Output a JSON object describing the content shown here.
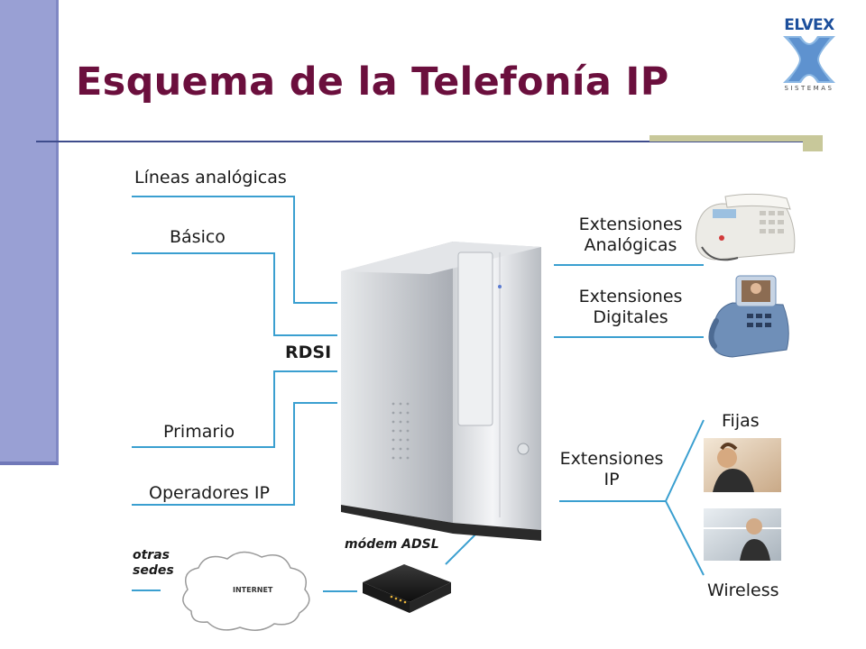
{
  "slide": {
    "title": "Esquema de la Telefonía IP"
  },
  "logo": {
    "name": "ELVEX",
    "subtitle": "SISTEMAS"
  },
  "diagram": {
    "left_labels": {
      "lineas": "Líneas analógicas",
      "basico": "Básico",
      "rdsi": "RDSI",
      "primario": "Primario",
      "operadores": "Operadores IP"
    },
    "right_labels": {
      "ext_analog_1": "Extensiones",
      "ext_analog_2": "Analógicas",
      "ext_digit_1": "Extensiones",
      "ext_digit_2": "Digitales",
      "ext_ip_1": "Extensiones",
      "ext_ip_2": "IP",
      "fijas": "Fijas",
      "wireless": "Wireless"
    },
    "bottom_labels": {
      "otras_1": "otras",
      "otras_2": "sedes",
      "modem": "módem ADSL",
      "internet": "INTERNET"
    },
    "colors": {
      "line": "#3a9fd0",
      "title": "#6b0f3d",
      "sidebar": "#99a0d4"
    }
  }
}
